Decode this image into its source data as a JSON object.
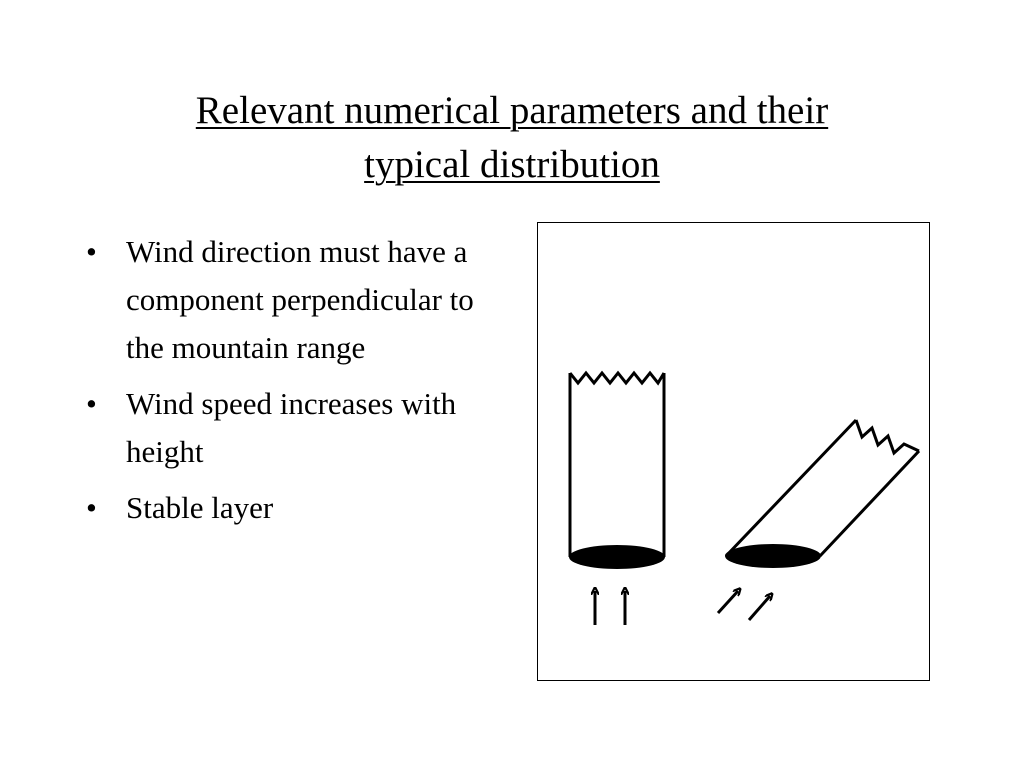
{
  "slide": {
    "title_line1": "Relevant numerical parameters and their",
    "title_line2": "typical distribution"
  },
  "bullets": [
    {
      "marker": "•",
      "text": "Wind direction must have a component perpendicular to the mountain range"
    },
    {
      "marker": "•",
      "text": "Wind speed increases with height"
    },
    {
      "marker": "•",
      "text": "Stable layer"
    }
  ],
  "figure": {
    "left_column": {
      "orientation": "vertical",
      "wind_arrows": "up"
    },
    "right_column": {
      "orientation": "tilted",
      "wind_arrows": "up-right"
    },
    "stroke_color": "#000000"
  }
}
